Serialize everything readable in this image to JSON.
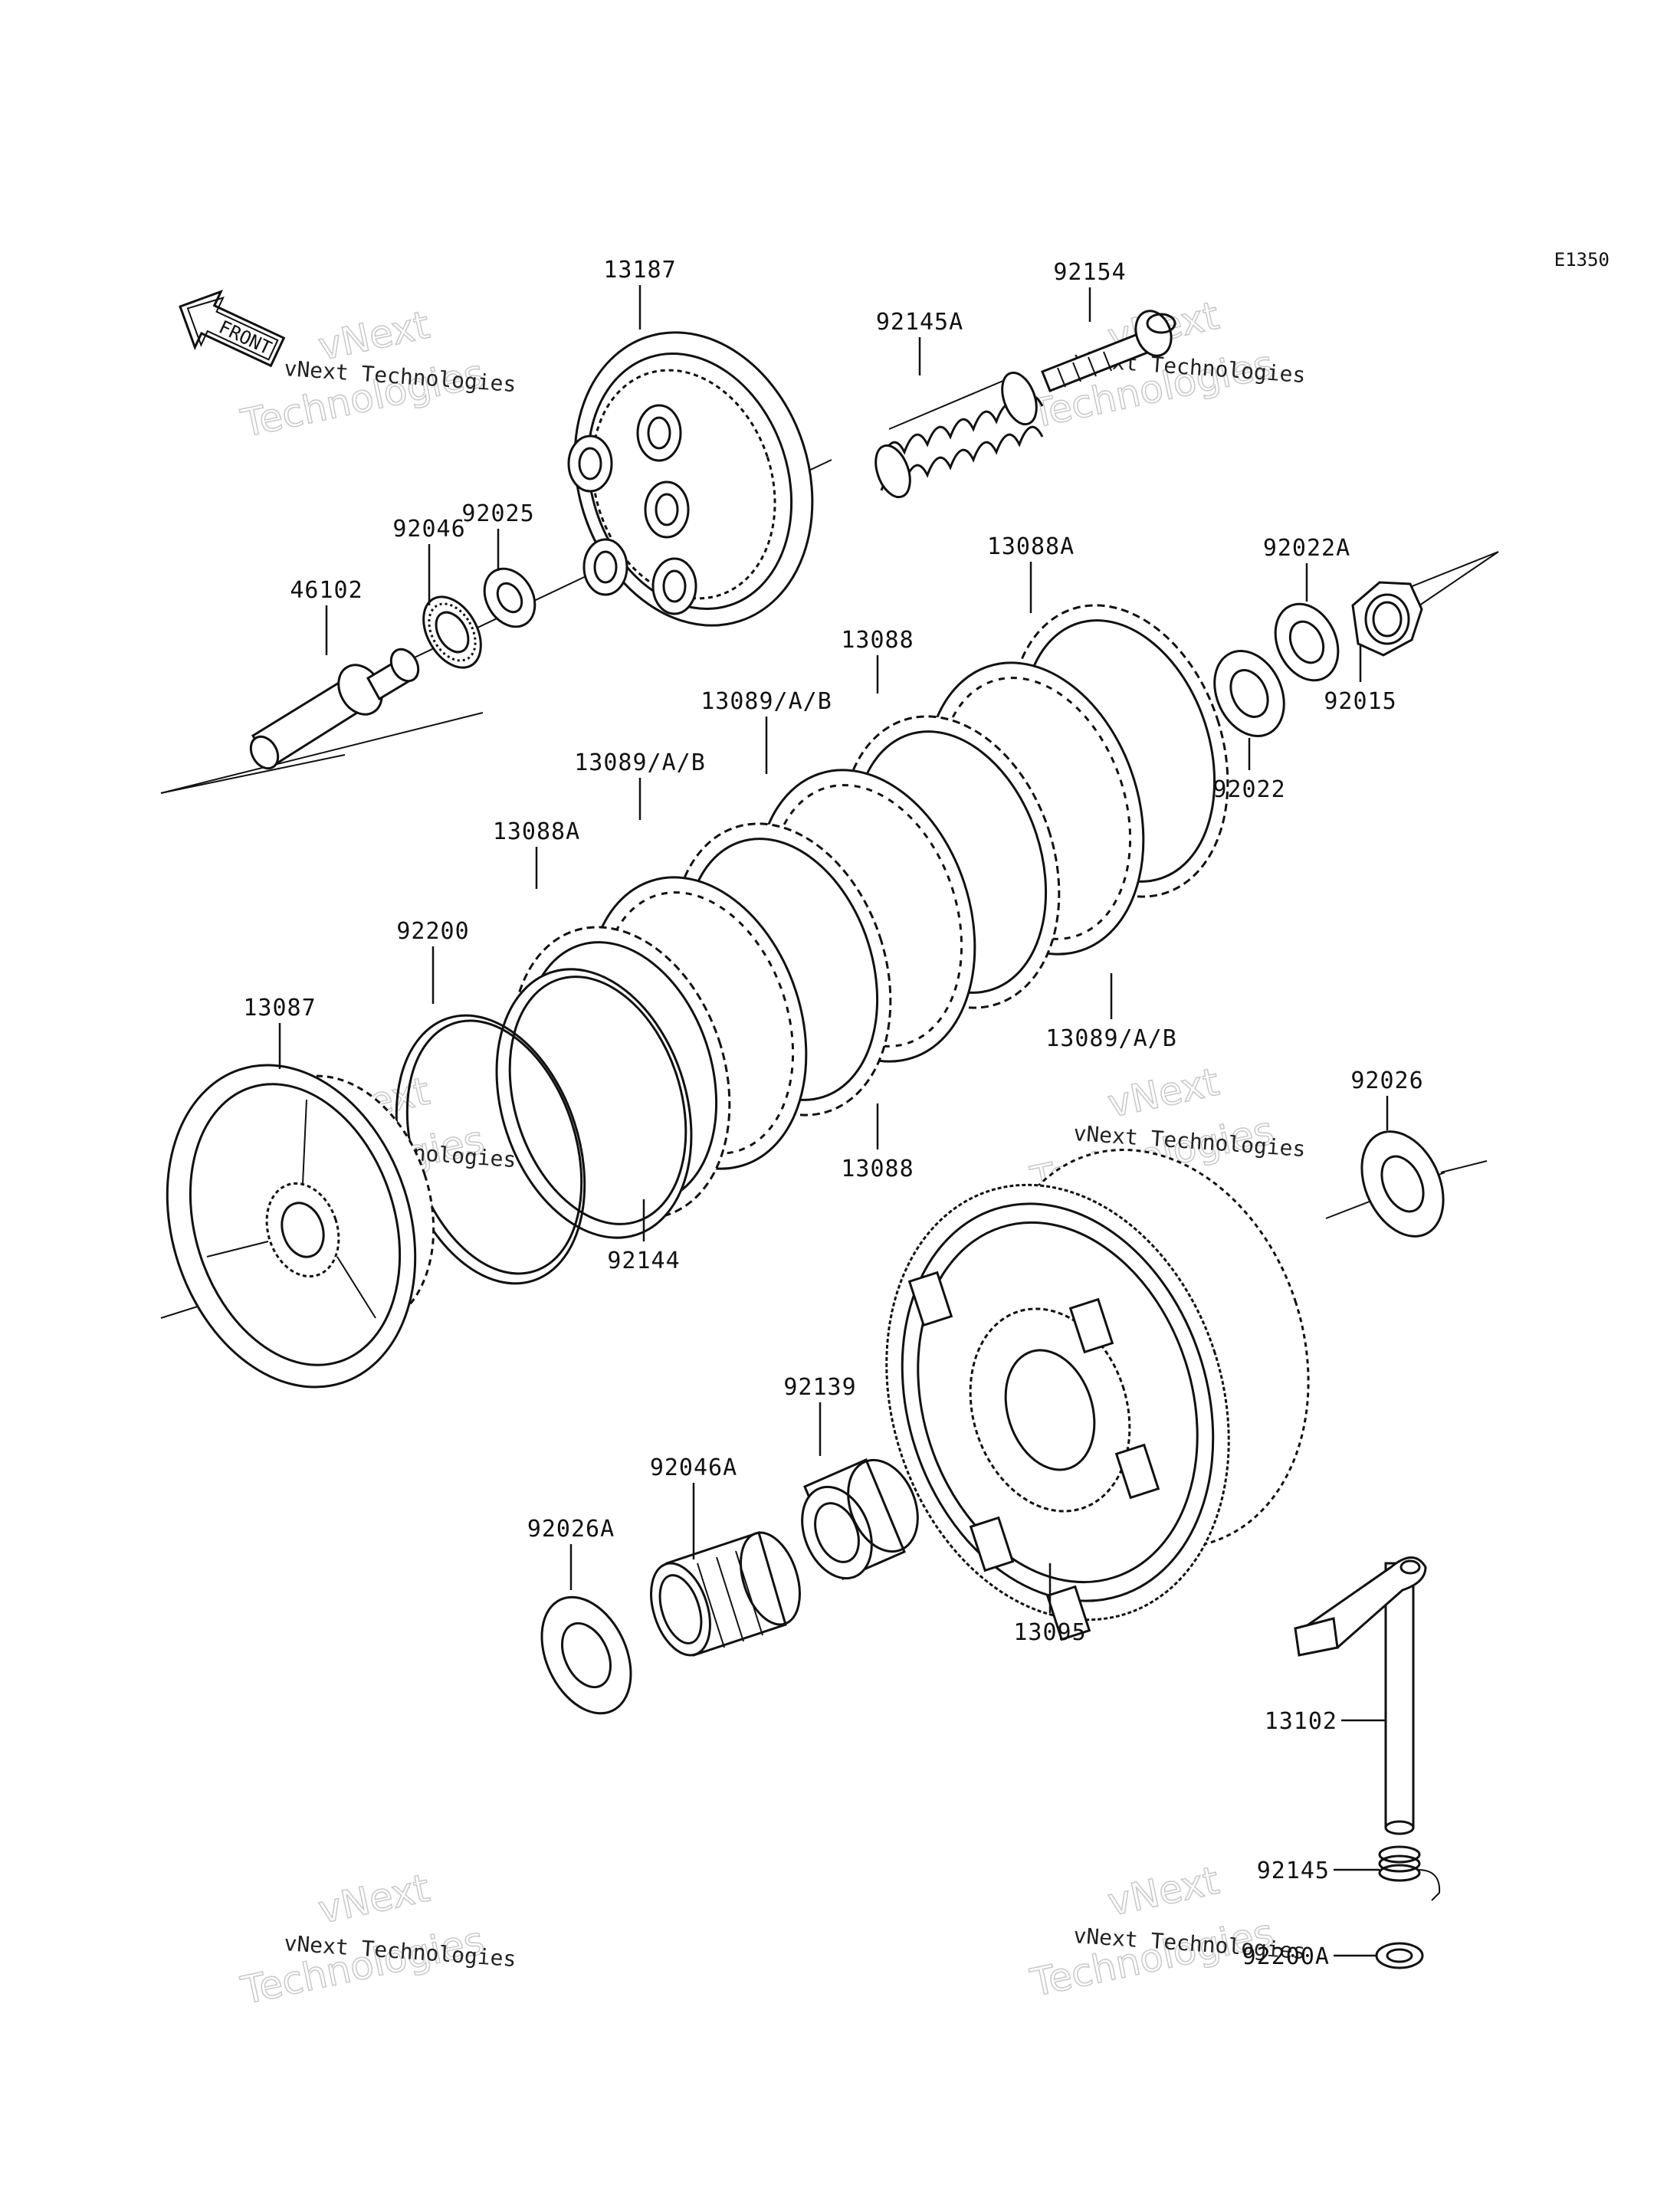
{
  "diagram_code": "E1350",
  "front_label": "FRONT",
  "watermark": {
    "company": "vNext Technologies",
    "word1": "vNext",
    "word2": "Technologies"
  },
  "parts": [
    {
      "id": "13187",
      "label": "13187"
    },
    {
      "id": "92154",
      "label": "92154"
    },
    {
      "id": "92145A",
      "label": "92145A"
    },
    {
      "id": "92025",
      "label": "92025"
    },
    {
      "id": "92046",
      "label": "92046"
    },
    {
      "id": "46102",
      "label": "46102"
    },
    {
      "id": "13088A_top",
      "label": "13088A"
    },
    {
      "id": "92022A",
      "label": "92022A"
    },
    {
      "id": "13088_top",
      "label": "13088"
    },
    {
      "id": "92015",
      "label": "92015"
    },
    {
      "id": "13089AB_1",
      "label": "13089/A/B"
    },
    {
      "id": "92022",
      "label": "92022"
    },
    {
      "id": "13089AB_2",
      "label": "13089/A/B"
    },
    {
      "id": "13088A_low",
      "label": "13088A"
    },
    {
      "id": "92200",
      "label": "92200"
    },
    {
      "id": "13087",
      "label": "13087"
    },
    {
      "id": "13089AB_3",
      "label": "13089/A/B"
    },
    {
      "id": "92026",
      "label": "92026"
    },
    {
      "id": "13088_low",
      "label": "13088"
    },
    {
      "id": "92144",
      "label": "92144"
    },
    {
      "id": "92139",
      "label": "92139"
    },
    {
      "id": "92046A",
      "label": "92046A"
    },
    {
      "id": "92026A",
      "label": "92026A"
    },
    {
      "id": "13095",
      "label": "13095"
    },
    {
      "id": "13102",
      "label": "13102"
    },
    {
      "id": "92145",
      "label": "92145"
    },
    {
      "id": "92200A",
      "label": "92200A"
    }
  ]
}
